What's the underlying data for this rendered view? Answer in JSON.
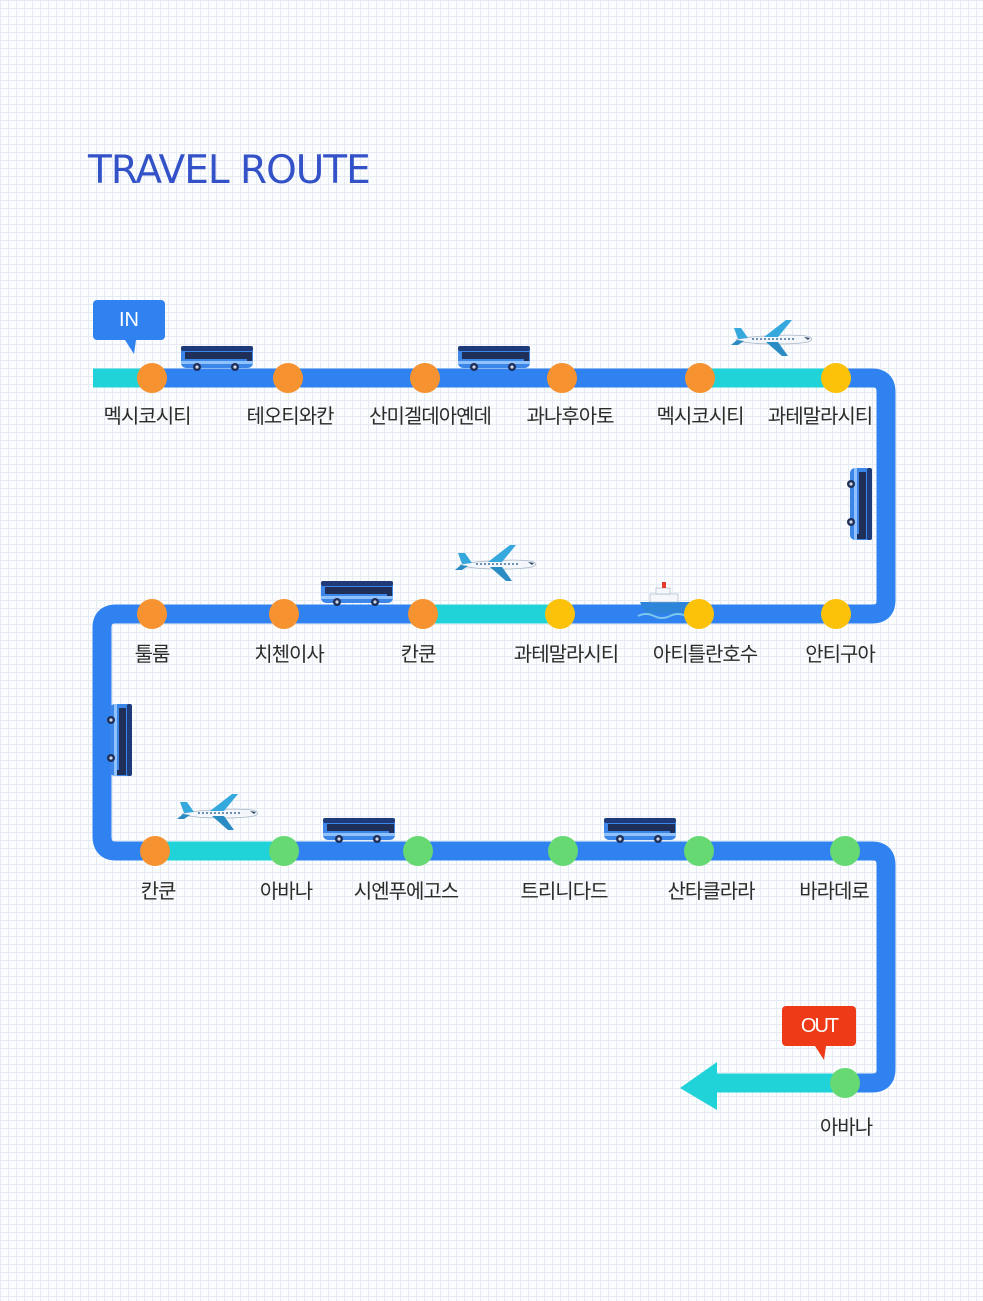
{
  "title": "TRAVEL ROUTE",
  "tags": {
    "in": "IN",
    "out": "OUT"
  },
  "colors": {
    "route": "#2f82f0",
    "flight_segment": "#1fd3d8",
    "mexico_stop": "#f6922f",
    "guatemala_stop": "#fcc20a",
    "cuba_stop": "#66d973",
    "in_tag": "#2f82f0",
    "out_tag": "#ee3a17"
  },
  "rows": [
    {
      "stops": [
        {
          "label": "멕시코시티",
          "color": "mexico_stop"
        },
        {
          "label": "테오티와칸",
          "color": "mexico_stop"
        },
        {
          "label": "산미겔데아옌데",
          "color": "mexico_stop"
        },
        {
          "label": "과나후아토",
          "color": "mexico_stop"
        },
        {
          "label": "멕시코시티",
          "color": "mexico_stop"
        },
        {
          "label": "과테말라시티",
          "color": "guatemala_stop"
        }
      ]
    },
    {
      "stops": [
        {
          "label": "툴룸",
          "color": "mexico_stop"
        },
        {
          "label": "치첸이사",
          "color": "mexico_stop"
        },
        {
          "label": "칸쿤",
          "color": "mexico_stop"
        },
        {
          "label": "과테말라시티",
          "color": "guatemala_stop"
        },
        {
          "label": "아티틀란호수",
          "color": "guatemala_stop"
        },
        {
          "label": "안티구아",
          "color": "guatemala_stop"
        }
      ]
    },
    {
      "stops": [
        {
          "label": "칸쿤",
          "color": "mexico_stop"
        },
        {
          "label": "아바나",
          "color": "cuba_stop"
        },
        {
          "label": "시엔푸에고스",
          "color": "cuba_stop"
        },
        {
          "label": "트리니다드",
          "color": "cuba_stop"
        },
        {
          "label": "산타클라라",
          "color": "cuba_stop"
        },
        {
          "label": "바라데로",
          "color": "cuba_stop"
        }
      ]
    },
    {
      "stops": [
        {
          "label": "아바나",
          "color": "cuba_stop"
        }
      ]
    }
  ],
  "transport_icons": [
    "bus-icon",
    "airplane-icon",
    "ship-icon"
  ]
}
